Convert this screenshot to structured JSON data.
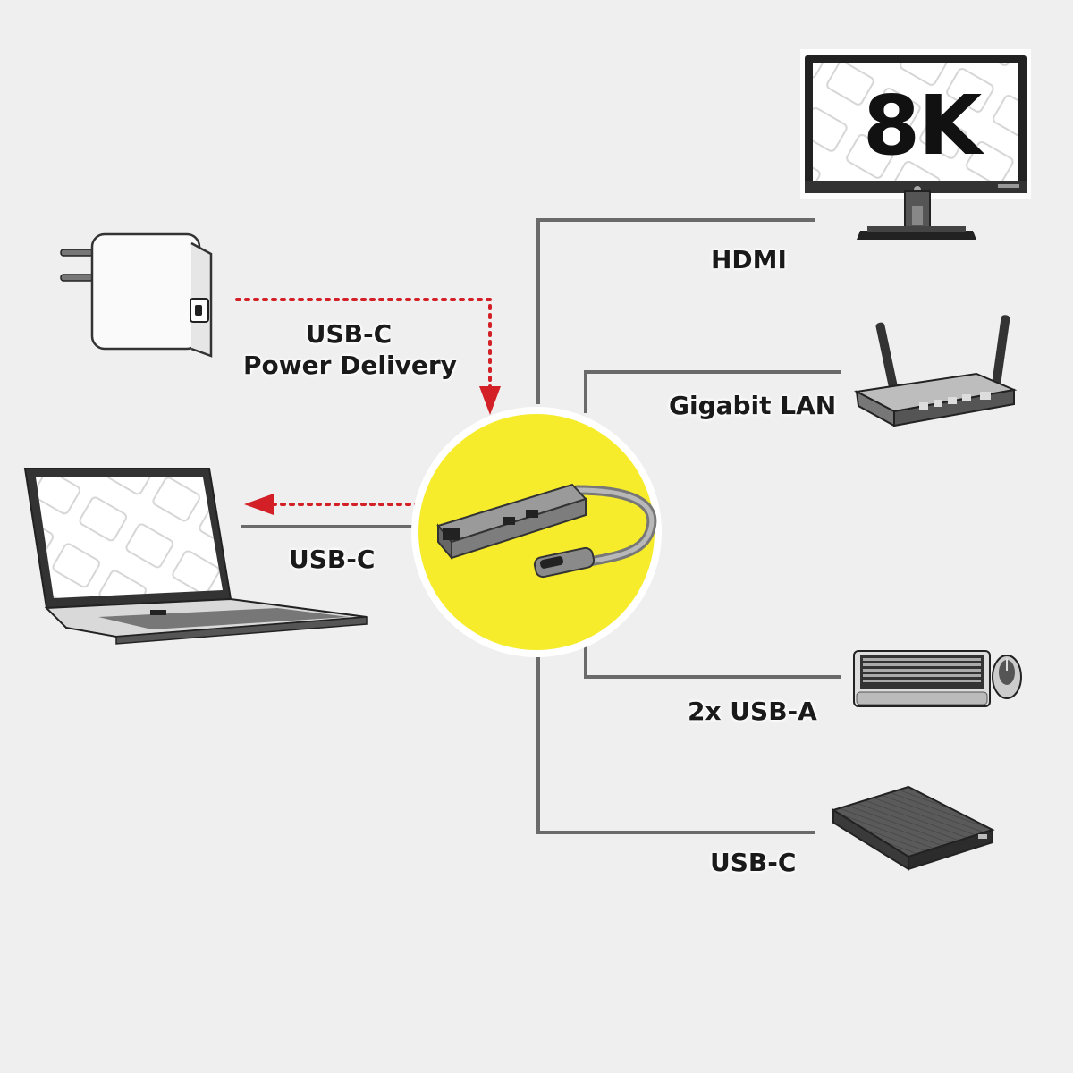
{
  "monitor": {
    "resolution_text": "8K"
  },
  "ports": {
    "hdmi": "HDMI",
    "lan": "Gigabit LAN",
    "usb_a": "2x USB-A",
    "usb_c_out": "USB-C"
  },
  "host": {
    "power_line1": "USB-C",
    "power_line2": "Power Delivery",
    "laptop_link": "USB-C"
  },
  "colors": {
    "background": "#efefef",
    "hub_circle": "#f6ec2b",
    "power_arrow": "#d32026",
    "connector_line": "#6a6a6a"
  }
}
